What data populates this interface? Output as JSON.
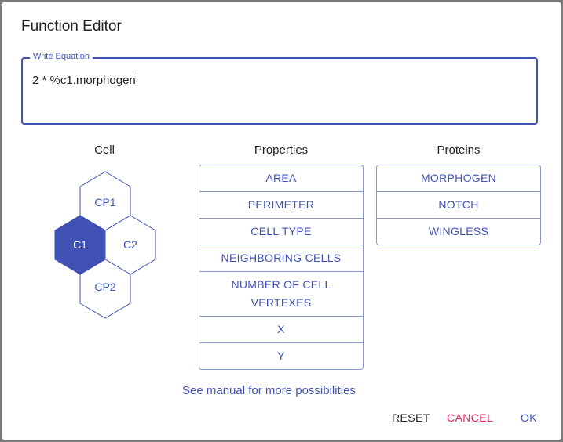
{
  "dialog": {
    "title": "Function Editor",
    "equation": {
      "label": "Write Equation",
      "value": "2 * %c1.morphogen"
    },
    "cell": {
      "heading": "Cell",
      "hexes": [
        {
          "id": "cp1",
          "label": "CP1",
          "selected": false
        },
        {
          "id": "c1",
          "label": "C1",
          "selected": true
        },
        {
          "id": "c2",
          "label": "C2",
          "selected": false
        },
        {
          "id": "cp2",
          "label": "CP2",
          "selected": false
        }
      ]
    },
    "properties": {
      "heading": "Properties",
      "items": [
        "AREA",
        "PERIMETER",
        "CELL TYPE",
        "NEIGHBORING CELLS",
        "NUMBER OF CELL VERTEXES",
        "X",
        "Y"
      ]
    },
    "proteins": {
      "heading": "Proteins",
      "items": [
        "MORPHOGEN",
        "NOTCH",
        "WINGLESS"
      ]
    },
    "manual_link": "See manual for more possibilities",
    "actions": {
      "reset": "RESET",
      "cancel": "CANCEL",
      "ok": "OK"
    },
    "colors": {
      "accent": "#3f51b5",
      "cancel": "#e91e63"
    }
  }
}
